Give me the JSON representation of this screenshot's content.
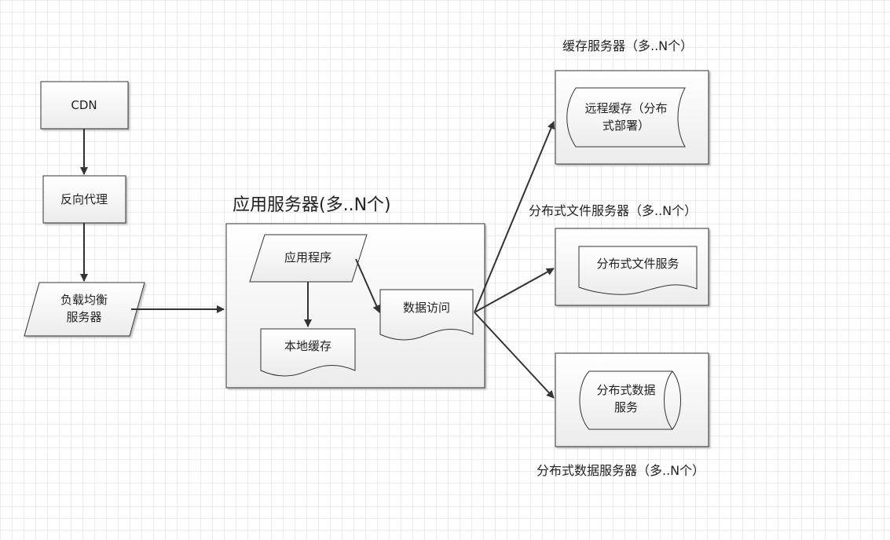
{
  "nodes": {
    "cdn": "CDN",
    "reverse_proxy": "反向代理",
    "load_balancer": [
      "负载均衡",
      "服务器"
    ],
    "app_server_title": "应用服务器(多..N个)",
    "application": "应用程序",
    "local_cache": "本地缓存",
    "data_access": "数据访问",
    "cache_server_title": "缓存服务器（多..N个）",
    "remote_cache": [
      "远程缓存（分布",
      "式部署）"
    ],
    "file_server_title": "分布式文件服务器（多..N个）",
    "file_service": "分布式文件服务",
    "data_server_title": "分布式数据服务器（多..N个）",
    "data_service": [
      "分布式数据",
      "服务"
    ]
  }
}
